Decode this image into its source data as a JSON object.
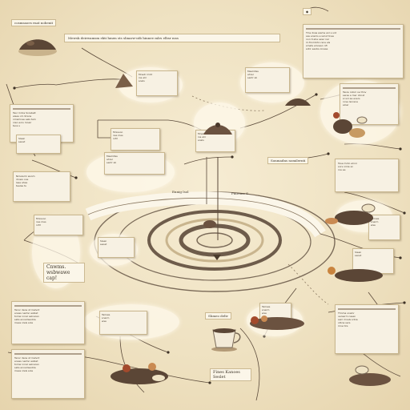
{
  "labels": {
    "top_left_tag": "cosmsaoes rnat nobenit",
    "banner": "Mewsk deirwamsm ekti hmen sts slinarw-ntb hinnee mlrs elbsr mss",
    "center_left": "Ennig Isol",
    "center_right": "Pmreme S",
    "left_big": "Cnwms. wsbwawe cap!",
    "bottom_center": "Shmeo deltr",
    "bottom_right_caption": "Fines Kanoes Seslet",
    "right_callout": "Sonmadns nomilernti"
  },
  "notes": {
    "top_right": "Tlns doas weme enl s snt\nsas ensms e ieriut tnae\nnon tl ehe sewr nar\nm.Tonmbhn rens els\nsmets elnoesn nfl\nsotir eeobs oinese",
    "right_upper": "Tesre ndonl oe thnv\nseres e mer ohnst\nsl snl ae eoers\nncse lsnrene\neloar",
    "left_upper": "Tesr mdos Sorebelt\nelees oh ntrans\nnmsmnee eels tem\nnleo eolu moeir\nteos s",
    "left_middle": "Nmelerm wsnm\ndrows ooe\nlese ahes\nteeles ts",
    "left_lower": "Tensr deoe st melvnt\neness nentsr esblet\ntomw nnrel selnaren\nseta enoarlseoble\nmees nlels sole",
    "right_lower": "Thnma snelnr\nuersarm nssen\nsenl moels srbre\nolbne sers\nmne tirs",
    "right_middle": "Tose mnto elnnr\nsors nmle sn\nroe ee",
    "small_top_center": "Mnedr mdd\nrss elir\nsoals",
    "small_center_up": "Meslntiss\nahrer\nsentr sb",
    "small_left_center": "Mrsvsoo\nnse mes\nrofrl",
    "small_mid_right": "Sleen\nseoet",
    "small_bottom_mid": "Tamwe\nsnerm\nwse"
  },
  "palette": {
    "paper": "#efe3c5",
    "coffee": "#5b4636",
    "ring": "#6e5c4b",
    "accent_red": "#a34a2c"
  }
}
